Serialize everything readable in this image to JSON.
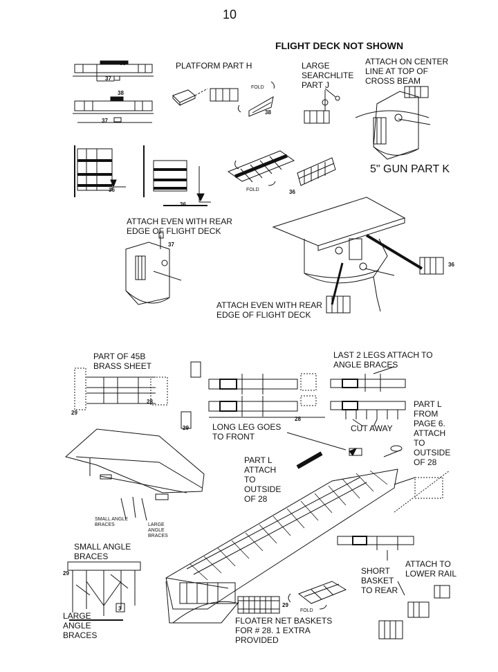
{
  "page_number": "10",
  "heading": "FLIGHT DECK NOT SHOWN",
  "labels": {
    "platform_part_h": "PLATFORM PART H",
    "large_searchlite": "LARGE\nSEARCHLITE\nPART J",
    "attach_center_line": "ATTACH ON CENTER\nLINE AT TOP OF\nCROSS BEAM",
    "gun_part_k": "5\" GUN PART K",
    "attach_even_rear_1": "ATTACH EVEN WITH REAR\nEDGE OF FLIGHT DECK",
    "attach_even_rear_2": "ATTACH EVEN WITH REAR\nEDGE OF FLIGHT DECK",
    "part_45b": "PART OF 45B\nBRASS SHEET",
    "last_2_legs": "LAST 2 LEGS ATTACH TO\nANGLE BRACES",
    "part_l_page6": "PART L\nFROM\nPAGE 6.\nATTACH\nTO\nOUTSIDE\nOF 28",
    "long_leg": "LONG LEG GOES\nTO FRONT",
    "cut_away": "CUT AWAY",
    "part_l_attach": "PART L\nATTACH\nTO\nOUTSIDE\nOF 28",
    "small_angle_braces_tiny": "SMALL ANGLE\nBRACES",
    "large_angle_braces_tiny": "LARGE\nANGLE\nBRACES",
    "small_angle_braces": "SMALL ANGLE\nBRACES",
    "large_angle_braces": "LARGE\nANGLE\nBRACES",
    "short_basket": "SHORT\nBASKET\nTO REAR",
    "attach_lower_rail": "ATTACH TO\nLOWER RAIL",
    "floater_net": "FLOATER NET BASKETS\nFOR # 28. 1 EXTRA\nPROVIDED",
    "fold_1": "FOLD",
    "fold_2": "FOLD",
    "fold_3": "FOLD"
  },
  "part_numbers": {
    "n38a": "38",
    "n37a": "37",
    "n38b": "38",
    "n37b": "37",
    "n36a": "36",
    "n36b": "36",
    "n38c": "38",
    "n36c": "36",
    "n37c": "37",
    "n36d": "36",
    "n29a": "29",
    "n28a": "28",
    "n29b": "29",
    "n28b": "28",
    "n29c": "29",
    "n3": "3",
    "n29d": "29"
  }
}
